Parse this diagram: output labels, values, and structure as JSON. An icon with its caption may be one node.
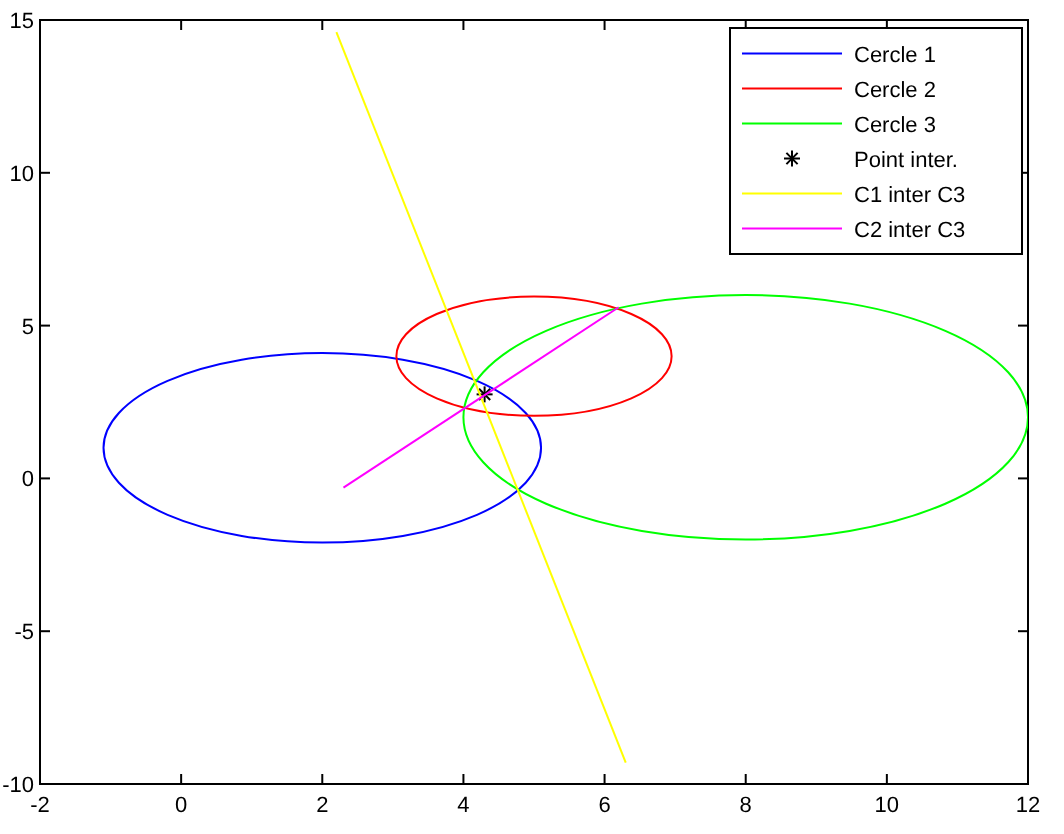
{
  "diagram": {
    "labels": [
      "15",
      "10",
      "5",
      "0",
      "-5",
      "-10",
      "-2",
      "0",
      "2",
      "4",
      "6",
      "8",
      "10",
      "12"
    ],
    "legend": [
      {
        "text": "Cercle 1"
      },
      {
        "text": "Cercle 2"
      },
      {
        "text": "Cercle 3"
      },
      {
        "text": "Point inter."
      },
      {
        "text": "C1 inter C3"
      },
      {
        "text": "C2 inter C3"
      }
    ]
  }
}
